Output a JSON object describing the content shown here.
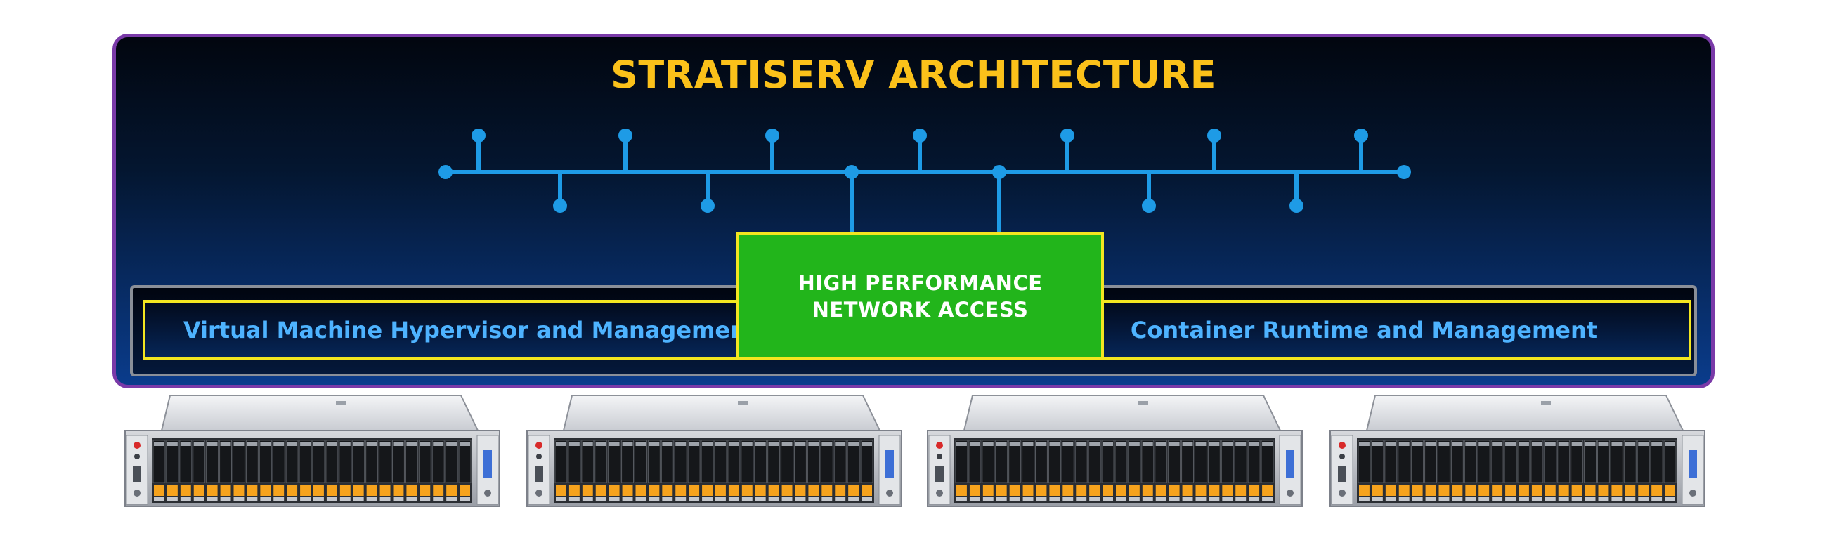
{
  "diagram": {
    "title": "STRATISERV ARCHITECTURE",
    "network_access_label": "HIGH PERFORMANCE NETWORK ACCESS",
    "layers": {
      "left_label": "Virtual Machine Hypervisor and Management",
      "right_label": "Container Runtime and Management"
    },
    "servers": {
      "count": 4,
      "drive_bays_per_server": 24
    },
    "colors": {
      "title": "#fbc11a",
      "network_line": "#1e9be6",
      "panel_border": "#7a3aa8",
      "layer_border": "#f3e620",
      "layer_text": "#4eb3ff",
      "network_box": "#22b51b",
      "network_text": "#ffffff",
      "drive_tab": "#f6a31d"
    }
  }
}
